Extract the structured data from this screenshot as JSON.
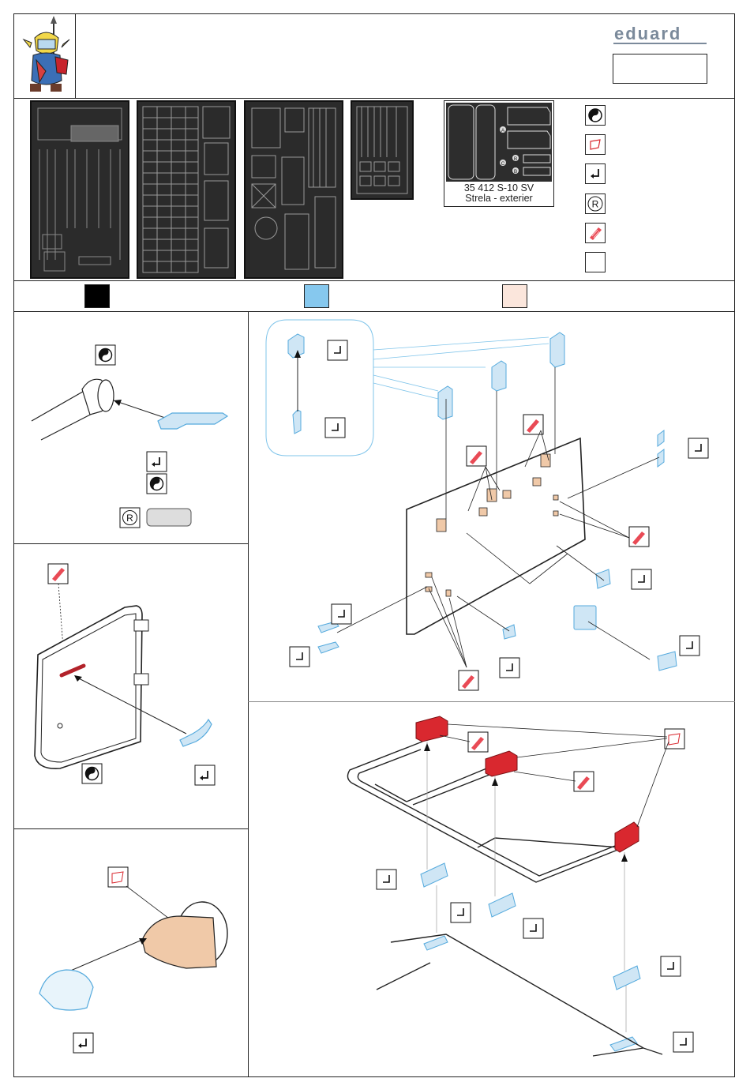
{
  "header": {
    "brand": "eduard",
    "mask_sheet": {
      "line1": "35 412 S-10 SV",
      "line2": "Strela - exterier",
      "callouts": [
        "A",
        "B",
        "C",
        "B"
      ]
    }
  },
  "legend_icons": [
    "bend-icon",
    "paint-icon",
    "glue-icon",
    "replace-icon",
    "plastic-cut-icon",
    "blank-icon"
  ],
  "color_swatches": [
    {
      "name": "black",
      "color": "#000000"
    },
    {
      "name": "light-blue",
      "color": "#86c8ee"
    },
    {
      "name": "flesh",
      "color": "#fbe6dc"
    }
  ],
  "colors": {
    "etched_part": "#cfe6f5",
    "etched_stroke": "#55aadd",
    "red_part": "#d9282f",
    "tan_part": "#f0c9a8",
    "leader_blue": "#7fc4ea"
  }
}
